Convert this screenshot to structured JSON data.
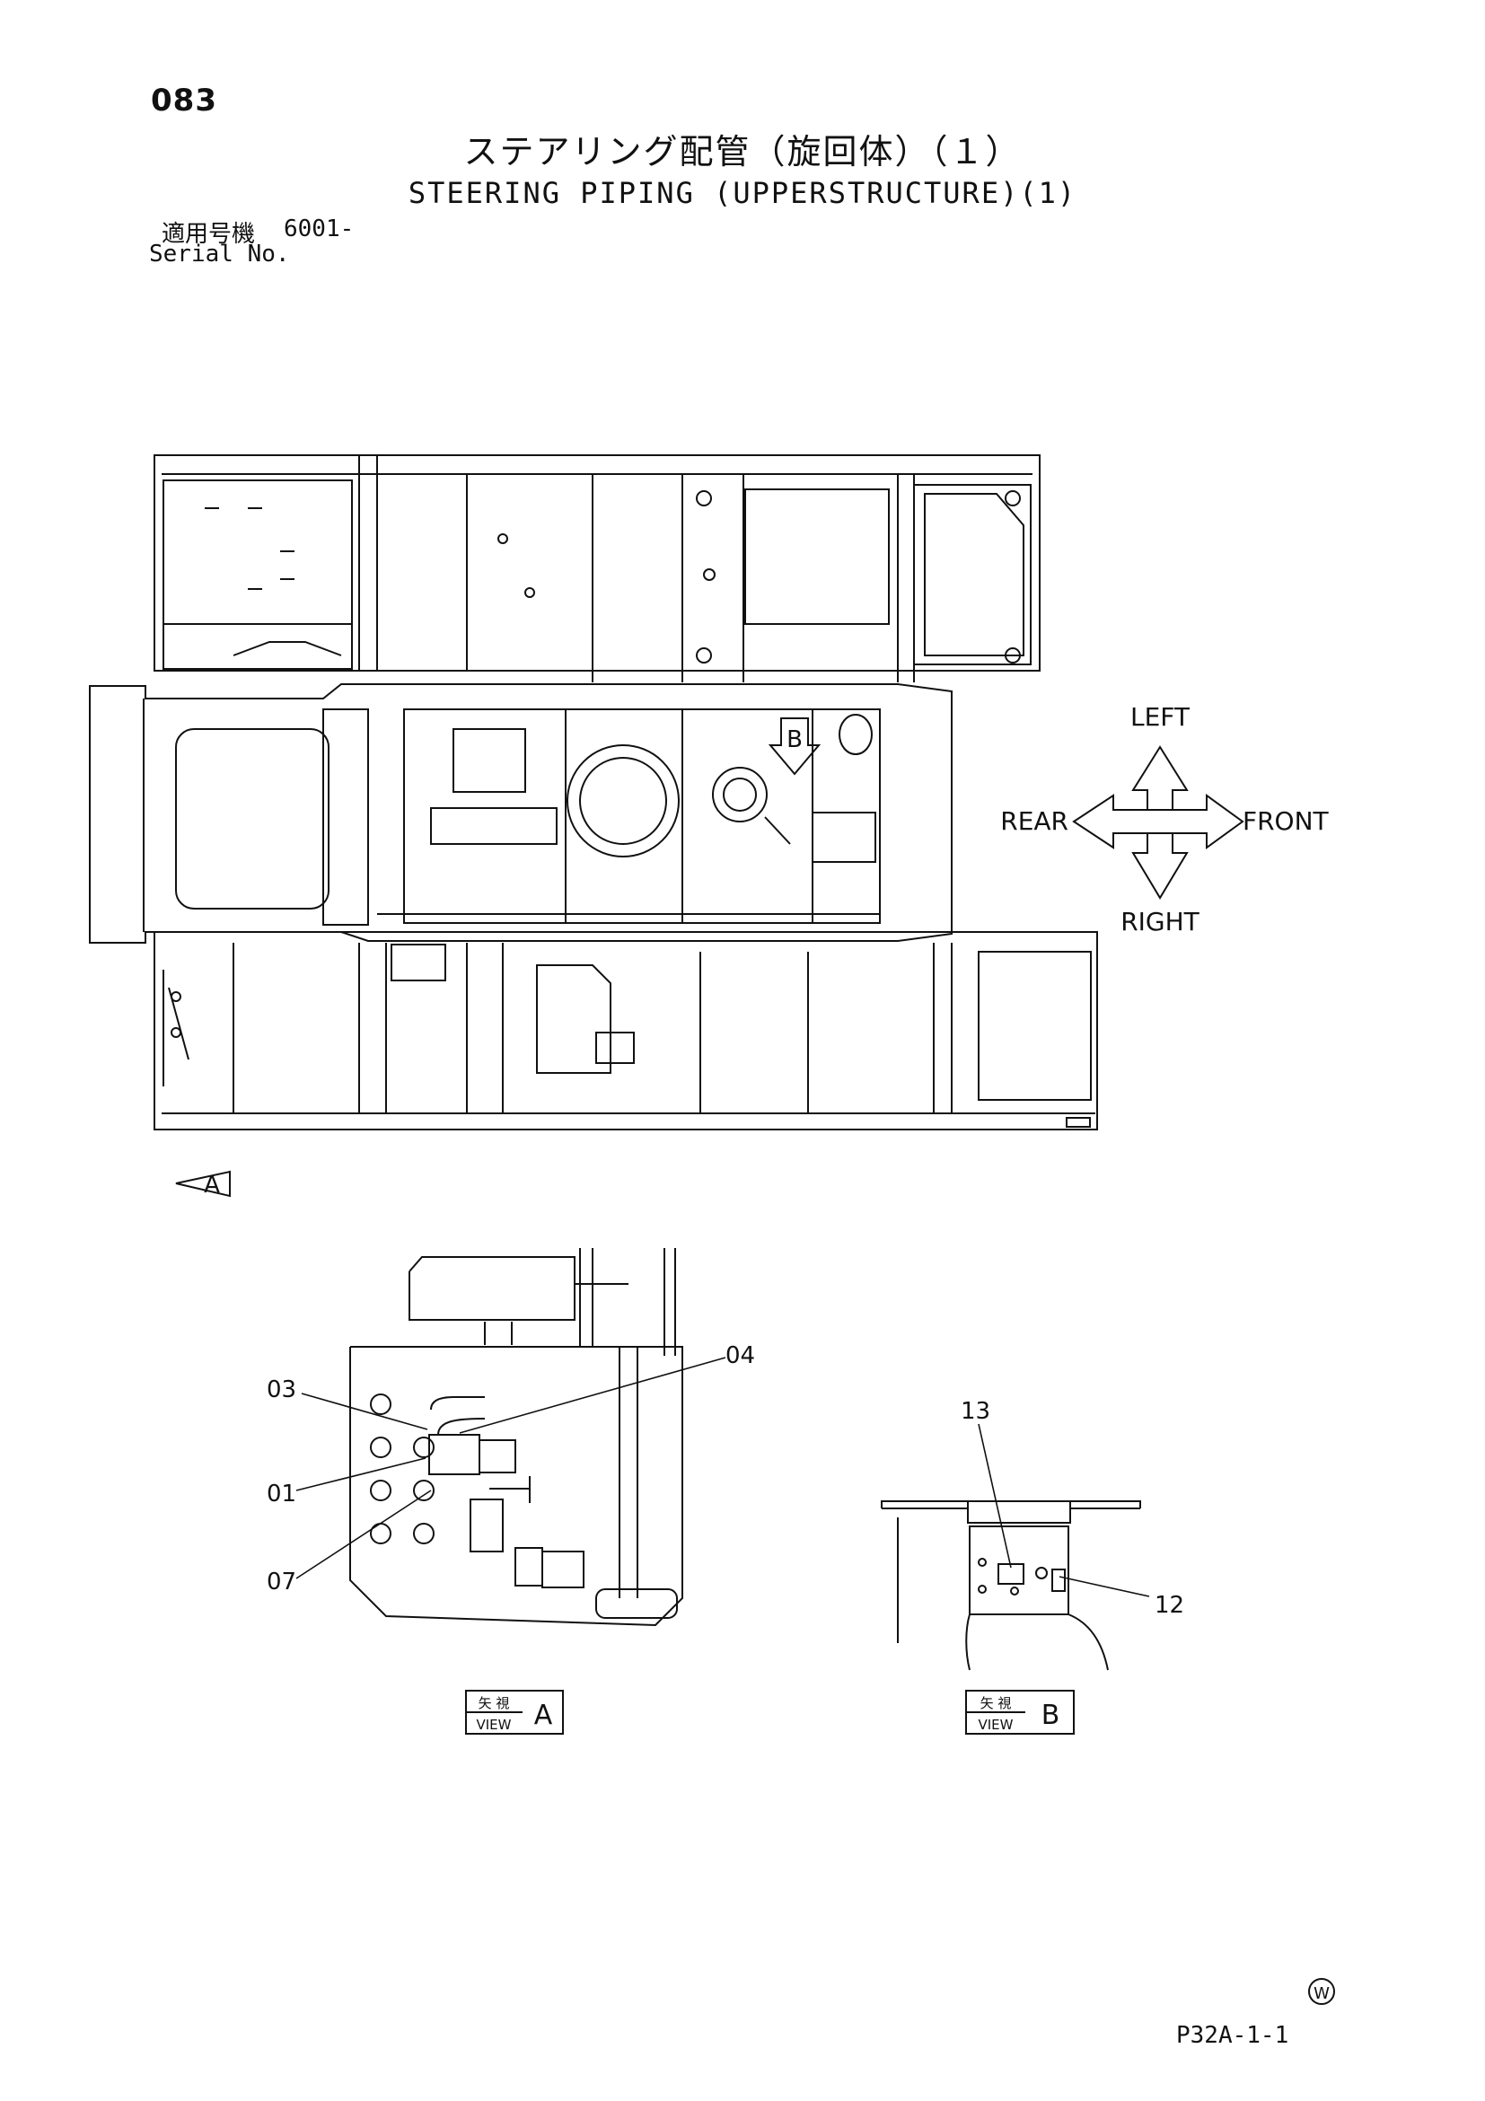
{
  "header": {
    "page_number": "083",
    "title_jp": "ステアリング配管（旋回体）（１）",
    "title_en": "STEERING PIPING (UPPERSTRUCTURE)(1)",
    "serial_label_jp": "適用号機",
    "serial_value": "6001-",
    "serial_label_en": "Serial No."
  },
  "direction_indicator": {
    "left": "LEFT",
    "right": "RIGHT",
    "rear": "REAR",
    "front": "FRONT"
  },
  "view_markers": {
    "a": "A",
    "b": "B"
  },
  "view_a": {
    "part_labels": [
      "03",
      "04",
      "01",
      "07"
    ],
    "caption_jp": "矢 視",
    "caption_en": "VIEW",
    "letter": "A"
  },
  "view_b": {
    "part_labels": [
      "13",
      "12"
    ],
    "caption_jp": "矢 視",
    "caption_en": "VIEW",
    "letter": "B"
  },
  "footer": {
    "logo_symbol": "W",
    "doc_code": "P32A-1-1"
  }
}
